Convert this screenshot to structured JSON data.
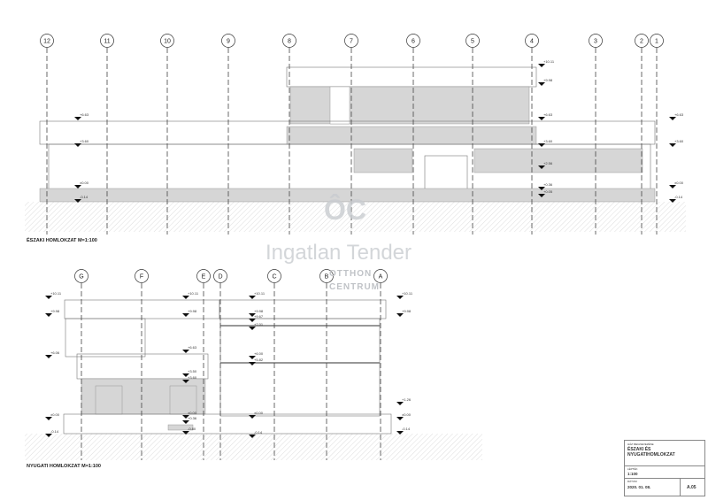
{
  "north": {
    "title": "ÉSZAKI HOMLOKZAT M=1:100",
    "axes": [
      "12",
      "11",
      "10",
      "9",
      "8",
      "7",
      "6",
      "5",
      "4",
      "3",
      "2",
      "1"
    ],
    "levels_left": [
      "+6.63",
      "+3.60",
      "±0.00",
      "-0.14"
    ],
    "levels_mid": [
      "+10.11",
      "+9.98",
      "+6.63",
      "+3.60",
      "+2.56",
      "+0.36",
      "+0.05"
    ],
    "levels_right": [
      "+6.63",
      "+3.60",
      "±0.00",
      "-0.14"
    ]
  },
  "west": {
    "title": "NYUGATI HOMLOKZAT M=1:100",
    "axes": [
      "G",
      "F",
      "E",
      "D",
      "C",
      "B",
      "A"
    ],
    "levels_left": [
      "+10.11",
      "+9.98",
      "+6.06",
      "±0.00",
      "-0.14"
    ],
    "levels_mid1": [
      "+10.11",
      "+9.98",
      "+6.63",
      "+3.50",
      "+3.60",
      "±0.00",
      "+0.36",
      "-0.80"
    ],
    "levels_mid2": [
      "+10.11",
      "+9.98",
      "+9.67",
      "+7.01",
      "+6.00",
      "+5.82",
      "±0.00",
      "-0.14"
    ],
    "levels_right": [
      "+10.11",
      "+9.98",
      "+1.26",
      "±0.00",
      "-0.14"
    ]
  },
  "watermark": {
    "text": "Ingatlan Tender",
    "logo_mark": "ÔC",
    "logo_line1": "OTTHON",
    "logo_line2": "CENTRUM"
  },
  "title_block": {
    "project": "HÁZ MEGNEVEZÉSE",
    "sheet_title_1": "ÉSZAKI ÉS",
    "sheet_title_2": "NYUGATIHOMLOKZAT",
    "scale_label": "LÉPTÉK",
    "scale": "1:100",
    "date_label": "DÁTUM",
    "date": "2020. 01. 08.",
    "sheet_no": "A.05"
  }
}
